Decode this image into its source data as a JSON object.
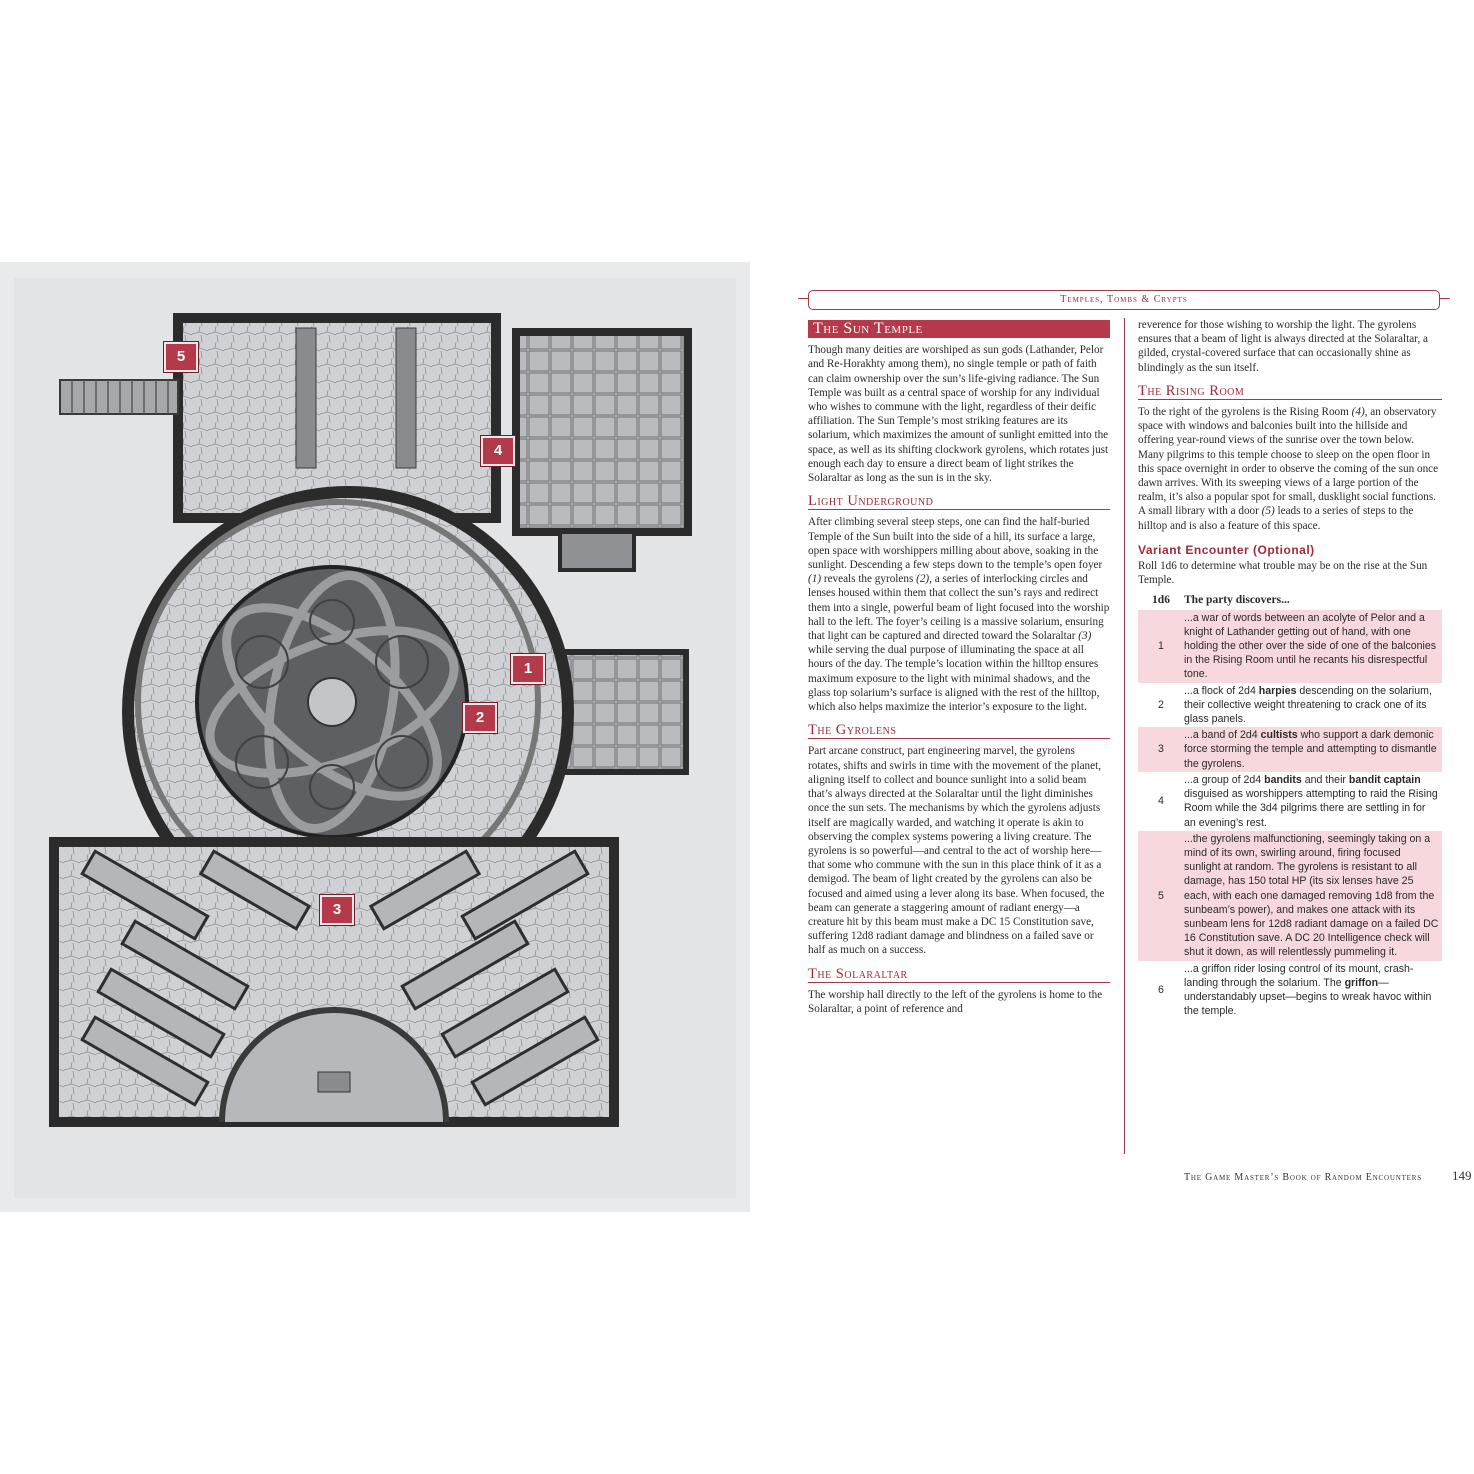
{
  "header": {
    "running_title": "Temples, Tombs & Crypts"
  },
  "map": {
    "markers": [
      "5",
      "4",
      "1",
      "2",
      "3"
    ]
  },
  "left_column": {
    "title": "The Sun Temple",
    "intro": "Though many deities are worshiped as sun gods (Lathander, Pelor and Re-Horakhty among them), no single temple or path of faith can claim ownership over the sun’s life-giving radiance. The Sun Temple was built as a central space of worship for any individual who wishes to commune with the light, regardless of their deific affiliation. The Sun Temple’s most striking features are its solarium, which maximizes the amount of sunlight emitted into the space, as well as its shifting clockwork gyrolens, which rotates just enough each day to ensure a direct beam of light strikes the Solaraltar as long as the sun is in the sky.",
    "light_underground": {
      "title": "Light Underground",
      "p1": "After climbing several steep steps, one can find the half-buried Temple of the Sun built into the side of a hill, its surface a large, open space with worshippers milling about above, soaking in the sunlight. Descending a few steps down to the temple’s open foyer ",
      "ref1": "(1)",
      "p2": " reveals the gyrolens ",
      "ref2": "(2)",
      "p3": ", a series of interlocking circles and lenses housed within them that collect the sun’s rays and redirect them into a single, powerful beam of light focused into the worship hall to the left. The foyer’s ceiling is a massive solarium, ensuring that light can be captured and directed toward the Solaraltar ",
      "ref3": "(3)",
      "p4": " while serving the dual purpose of illuminating the space at all hours of the day. The temple’s location within the hilltop ensures maximum exposure to the light with minimal shadows, and the glass top solarium’s surface is aligned with the rest of the hilltop, which also helps maximize the interior’s exposure to the light."
    },
    "gyrolens": {
      "title": "The Gyrolens",
      "body": "Part arcane construct, part engineering marvel, the gyrolens rotates, shifts and swirls in time with the movement of the planet, aligning itself to collect and bounce sunlight into a solid beam that’s always directed at the Solaraltar until the light diminishes once the sun sets. The mechanisms by which the gyrolens adjusts itself are magically warded, and watching it operate is akin to observing the complex systems powering a living creature. The gyrolens is so powerful—and central to the act of worship here—that some who commune with the sun in this place think of it as a demigod. The beam of light created by the gyrolens can also be focused and aimed using a lever along its base. When focused, the beam can generate a staggering amount of radiant energy—a creature hit by this beam must make a DC 15 Constitution save, suffering 12d8 radiant damage and blindness on a failed save or half as much on a success."
    },
    "solaraltar": {
      "title": "The Solaraltar",
      "body": "The worship hall directly to the left of the gyrolens is home to the Solaraltar, a point of reference and"
    }
  },
  "right_column": {
    "solaraltar_cont": "reverence for those wishing to worship the light. The gyrolens ensures that a beam of light is always directed at the Solaraltar, a gilded, crystal-covered surface that can occasionally shine as blindingly as the sun itself.",
    "rising_room": {
      "title": "The Rising Room",
      "p1": "To the right of the gyrolens is the Rising Room ",
      "ref1": "(4)",
      "p2": ", an observatory space with windows and balconies built into the hillside and offering year-round views of the sunrise over the town below. Many pilgrims to this temple choose to sleep on the open floor in this space overnight in order to observe the coming of the sun once dawn arrives. With its sweeping views of a large portion of the realm, it’s also a popular spot for small, dusklight social functions. A small library with a door ",
      "ref2": "(5)",
      "p3": " leads to a series of steps to the hilltop and is also a feature of this space."
    },
    "variant": {
      "title": "Variant Encounter (Optional)",
      "intro": "Roll 1d6 to determine what trouble may be on the rise at the Sun Temple.",
      "col_die": "1d6",
      "col_result": "The party discovers...",
      "rows": [
        {
          "roll": "1",
          "shaded": true,
          "text": "...a war of words between an acolyte of Pelor and a knight of Lathander getting out of hand, with one holding the other over the side of one of the balconies in the Rising Room until he recants his disrespectful tone."
        },
        {
          "roll": "2",
          "shaded": false,
          "pre": "...a flock of 2d4 ",
          "bold": "harpies",
          "post": " descending on the solarium, their collective weight threatening to crack one of its glass panels."
        },
        {
          "roll": "3",
          "shaded": true,
          "pre": "...a band of 2d4 ",
          "bold": "cultists",
          "post": " who support a dark demonic force storming the temple and attempting to dismantle the gyrolens."
        },
        {
          "roll": "4",
          "shaded": false,
          "pre": "...a group of 2d4 ",
          "bold": "bandits",
          "mid": " and their ",
          "bold2": "bandit captain",
          "post": " disguised as worshippers attempting to raid the Rising Room while the 3d4 pilgrims there are settling in for an evening’s rest."
        },
        {
          "roll": "5",
          "shaded": true,
          "text": "...the gyrolens malfunctioning, seemingly taking on a mind of its own, swirling around, firing focused sunlight at random. The gyrolens is resistant to all damage, has 150 total HP (its six lenses have 25 each, with each one damaged removing 1d8 from the sunbeam’s power), and makes one attack with its sunbeam lens for 12d8 radiant damage on a failed DC 16 Constitution save. A DC 20 Intelligence check will shut it down, as will relentlessly pummeling it."
        },
        {
          "roll": "6",
          "shaded": false,
          "pre": "...a griffon rider losing control of its mount, crash-landing through the solarium. The ",
          "bold": "griffon",
          "post": "—understandably upset—begins to wreak havoc within the temple."
        }
      ]
    }
  },
  "footer": {
    "book_title": "The Game Master’s Book of Random Encounters",
    "page_number": "149"
  },
  "colors": {
    "accent": "#b5394a",
    "table_shade": "#f7d9dd",
    "paper": "#e9eaec"
  }
}
